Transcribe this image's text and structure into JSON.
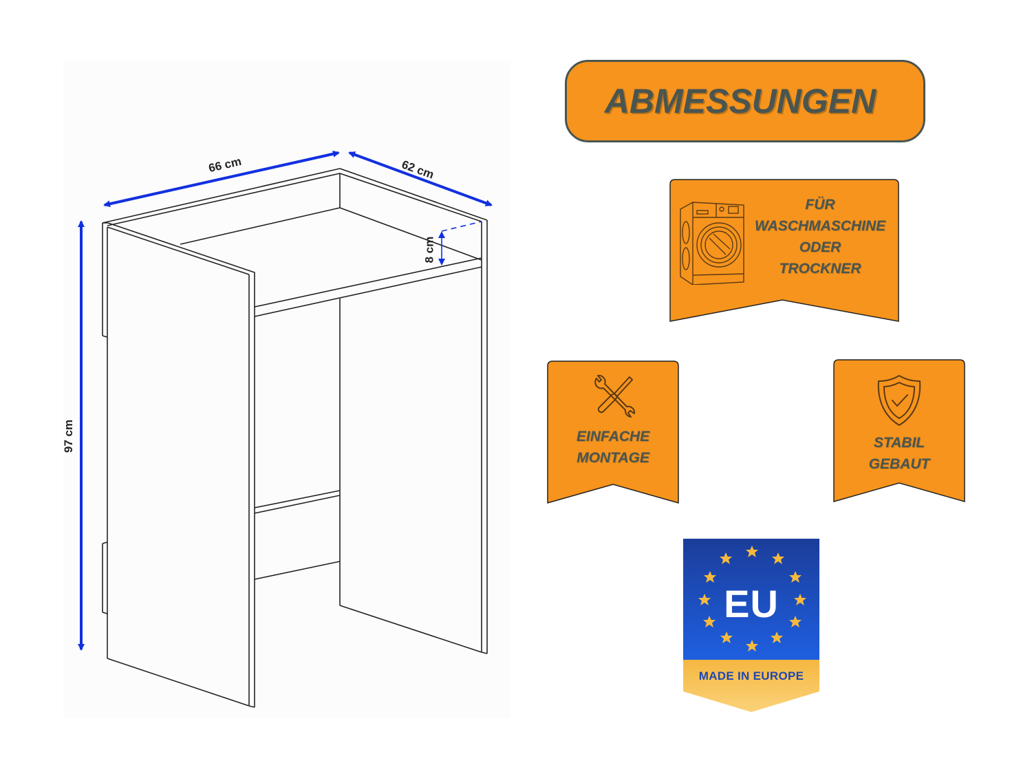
{
  "title": {
    "text": "ABMESSUNGEN"
  },
  "dimensions": {
    "width": "66 cm",
    "depth": "62 cm",
    "height": "97 cm",
    "rim": "8 cm"
  },
  "badges": [
    {
      "icon": "washing-machine-icon",
      "lines": [
        "FÜR",
        "WASCHMASCHINE",
        "ODER",
        "TROCKNER"
      ]
    },
    {
      "icon": "wrench-screwdriver-icon",
      "lines": [
        "EINFACHE",
        "MONTAGE"
      ]
    },
    {
      "icon": "shield-check-icon",
      "lines": [
        "STABIL",
        "GEBAUT"
      ]
    }
  ],
  "eu_badge": {
    "icon": "eu-stars-icon",
    "text": "EU",
    "caption": "MADE IN EUROPE"
  },
  "colors": {
    "orange": "#f7941d",
    "text_dark": "#4a5550",
    "dimension_blue": "#1230e0",
    "eu_blue": "#1f47b0",
    "eu_gold": "#f4b740"
  }
}
